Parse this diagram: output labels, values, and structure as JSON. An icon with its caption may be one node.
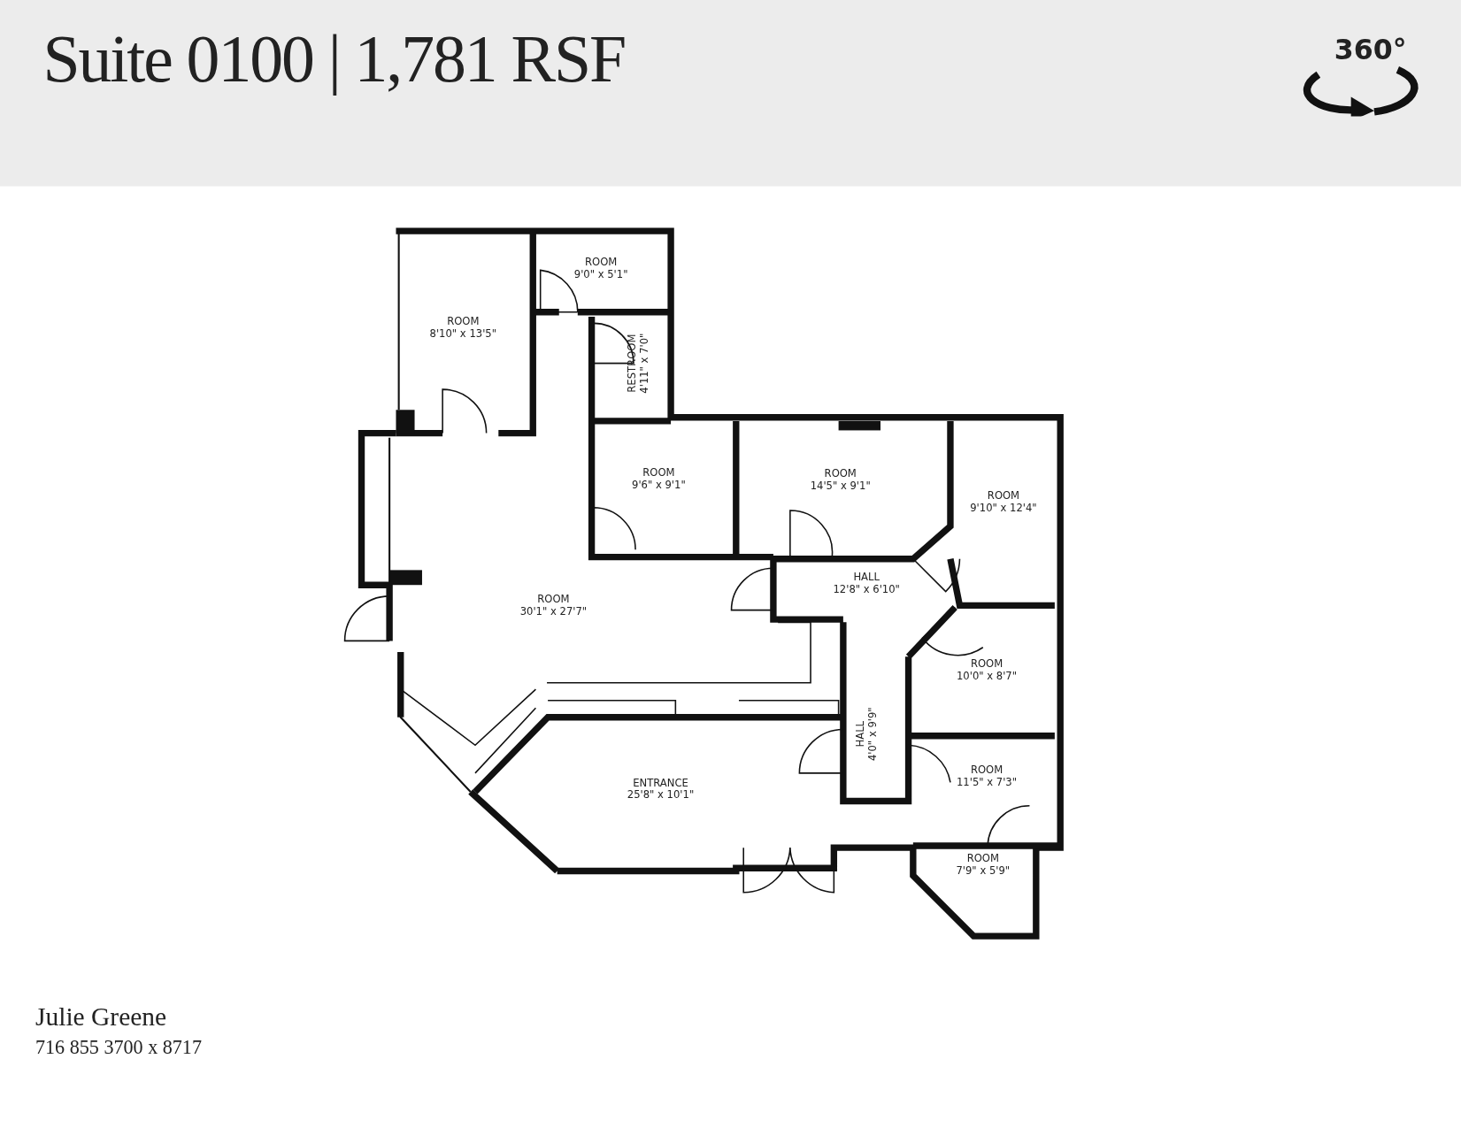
{
  "diagram": {
    "title": "Suite 0100 | 1,781 RSF",
    "nodes": [
      {
        "text": [
          "ROOM",
          "8'10\" x 13'5\""
        ]
      },
      {
        "text": [
          "ROOM",
          "9'0\" x 5'1\""
        ]
      },
      {
        "text": [
          "RESTROOM",
          "4'11\" x 7'0\""
        ]
      },
      {
        "text": [
          "ROOM",
          "9'6\" x 9'1\""
        ]
      },
      {
        "text": [
          "ROOM",
          "14'5\" x 9'1\""
        ]
      },
      {
        "text": [
          "ROOM",
          "9'10\" x 12'4\""
        ]
      },
      {
        "text": [
          "HALL",
          "12'8\" x 6'10\""
        ]
      },
      {
        "text": [
          "ROOM",
          "30'1\" x 27'7\""
        ]
      },
      {
        "text": [
          "ROOM",
          "10'0\" x 8'7\""
        ]
      },
      {
        "text": [
          "HALL",
          "4'0\" x 9'9\""
        ]
      },
      {
        "text": [
          "ROOM",
          "11'5\" x 7'3\""
        ]
      },
      {
        "text": [
          "ENTRANCE",
          "25'8\" x 10'1\""
        ]
      },
      {
        "text": [
          "ROOM",
          "7'9\" x 5'9\""
        ]
      }
    ],
    "labels": [
      "360°",
      "Julie Greene",
      "716 855 3700 x 8717"
    ]
  }
}
